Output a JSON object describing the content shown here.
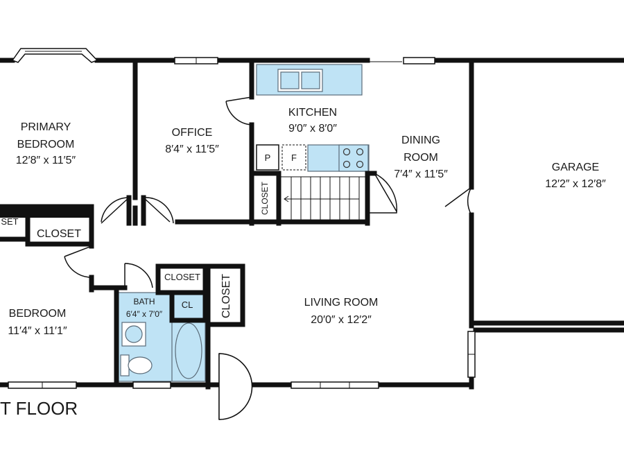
{
  "floor_label": "T FLOOR",
  "rooms": {
    "primary_bedroom": {
      "name_line1": "PRIMARY",
      "name_line2": "BEDROOM",
      "size": "12′8″ x 11′5″"
    },
    "office": {
      "name": "OFFICE",
      "size": "8′4″ x 11′5″"
    },
    "kitchen": {
      "name": "KITCHEN",
      "size": "9′0″ x 8′0″"
    },
    "dining_room": {
      "name_line1": "DINING",
      "name_line2": "ROOM",
      "size": "7′4″ x 11′5″"
    },
    "garage": {
      "name": "GARAGE",
      "size": "12′2″ x 12′8″"
    },
    "living_room": {
      "name": "LIVING ROOM",
      "size": "20′0″ x 12′2″"
    },
    "bedroom": {
      "name": "BEDROOM",
      "size": "11′4″ x 11′1″"
    },
    "bath": {
      "name": "BATH",
      "size": "6′4″ x 7′0″"
    }
  },
  "closets": {
    "left_cut": "SET",
    "hall": "CLOSET",
    "bath_top": "CLOSET",
    "living_vertical": "CLOSET",
    "kitchen_vertical": "CLOSET",
    "linen": "CL"
  },
  "pantry_label": "P",
  "fridge_label": "F",
  "colors": {
    "wall": "#111111",
    "fixture_fill": "#bfe3f5",
    "fixture_stroke": "#5a6b78"
  }
}
